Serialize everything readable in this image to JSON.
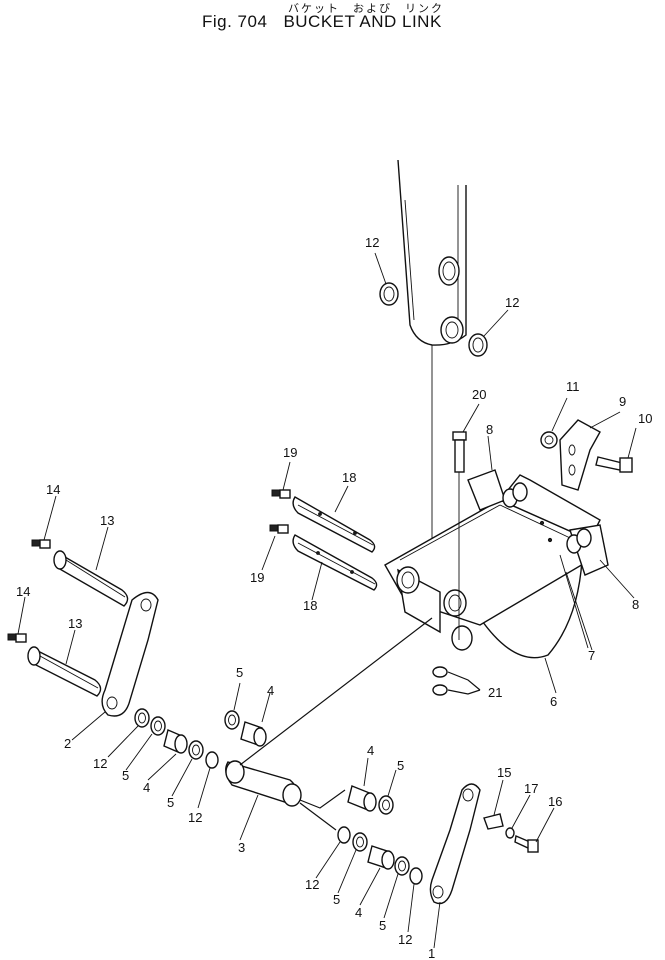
{
  "header": {
    "japanese_title": "バケット　および　リンク",
    "fig_label": "Fig. 704",
    "title": "BUCKET AND LINK"
  },
  "callouts": {
    "c1": "1",
    "c2": "2",
    "c3": "3",
    "c4a": "4",
    "c4b": "4",
    "c4c": "4",
    "c4d": "4",
    "c5a": "5",
    "c5b": "5",
    "c5c": "5",
    "c5d": "5",
    "c5e": "5",
    "c5f": "5",
    "c6": "6",
    "c7": "7",
    "c8a": "8",
    "c8b": "8",
    "c9": "9",
    "c10": "10",
    "c11": "11",
    "c12a": "12",
    "c12b": "12",
    "c12c": "12",
    "c12d": "12",
    "c12e": "12",
    "c12f": "12",
    "c13a": "13",
    "c13b": "13",
    "c14a": "14",
    "c14b": "14",
    "c15": "15",
    "c16": "16",
    "c17": "17",
    "c18a": "18",
    "c18b": "18",
    "c19a": "19",
    "c19b": "19",
    "c20": "20",
    "c21": "21"
  }
}
